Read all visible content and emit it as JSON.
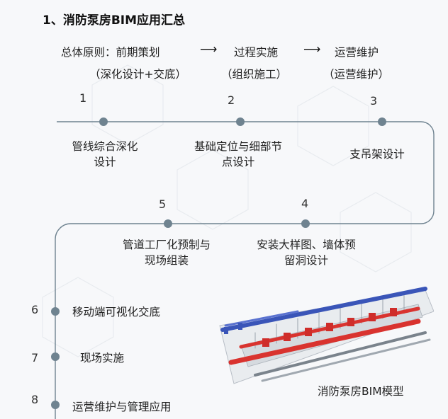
{
  "title": "1、消防泵房BIM应用汇总",
  "principle": {
    "lead": "总体原则：前期策划",
    "phase2": "过程实施",
    "phase3": "运营维护",
    "sub1": "（深化设计+交底）",
    "sub2": "（组织施工）",
    "sub3": "（运营维护）",
    "arrow": "⟶"
  },
  "steps": [
    {
      "num": "1",
      "label": "管线综合深化设计"
    },
    {
      "num": "2",
      "label": "基础定位与细部节点设计"
    },
    {
      "num": "3",
      "label": "支吊架设计"
    },
    {
      "num": "4",
      "label": "安装大样图、墙体预留洞设计"
    },
    {
      "num": "5",
      "label": "管道工厂化预制与现场组装"
    },
    {
      "num": "6",
      "label": "移动端可视化交底"
    },
    {
      "num": "7",
      "label": "现场实施"
    },
    {
      "num": "8",
      "label": "运营维护与管理应用"
    }
  ],
  "model_caption": "消防泵房BIM模型",
  "colors": {
    "line": "#6f8390",
    "node": "#6f8390",
    "pipe_red": "#d9332f",
    "pipe_blue": "#3a55b8"
  }
}
